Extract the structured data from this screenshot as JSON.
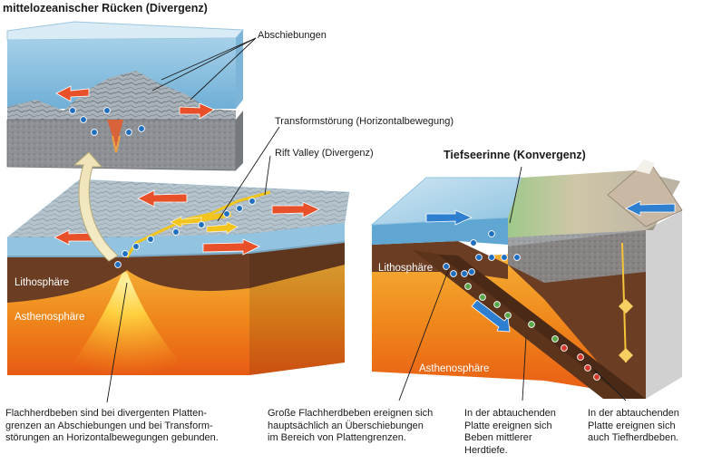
{
  "titles": {
    "ridge": "mittelozeanischer Rücken (Divergenz)",
    "trench": "Tiefseerinne (Konvergenz)"
  },
  "labels": {
    "abschiebungen": "Abschiebungen",
    "transform": "Transformstörung (Horizontalbewegung)",
    "rift": "Rift Valley (Divergenz)",
    "lithosphaere_left": "Lithosphäre",
    "asthenosphaere_left": "Asthenosphäre",
    "lithosphaere_right": "Lithosphäre",
    "asthenosphaere_right": "Asthenosphäre"
  },
  "captions": {
    "divergent": "Flachherdbeben sind bei divergenten Platten-\ngrenzen an Abschiebungen und bei Transform-\nstörungen an Horizontalbewegungen gebunden.",
    "shallow": "Große Flachherdbeben ereignen sich\nhauptsächlich an Überschiebungen\nim Bereich von Plattengrenzen.",
    "intermediate": "In der abtauchenden\nPlatte ereignen sich\nBeben mittlerer\nHerdtiefe.",
    "deep": "In der abtauchenden\nPlatte ereignen sich\nauch Tiefherdbeben."
  },
  "colors": {
    "ocean": "#8fc3e0",
    "lithosphere": "#6b3d22",
    "asthenosphere": "#f0a020",
    "shallow_quake": "#1f6fc0",
    "intermediate_quake": "#5aa84a",
    "deep_quake": "#d23a2a",
    "plate_arrow": "#e8502a",
    "subduction_arrow": "#2f7fd0"
  }
}
